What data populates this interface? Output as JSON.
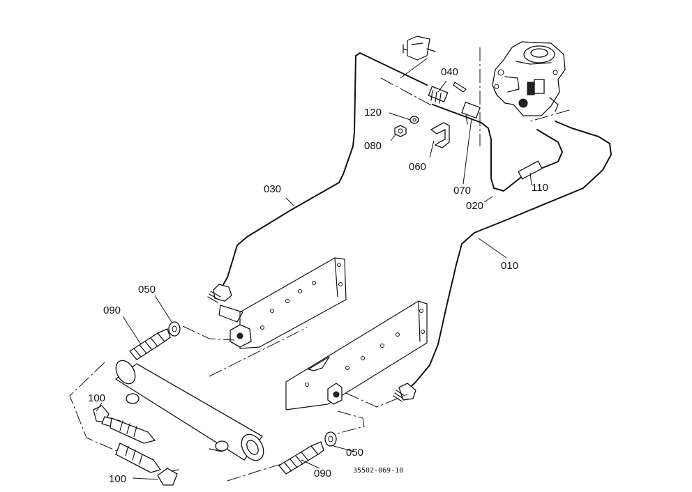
{
  "parts": {
    "p010": "010",
    "p020": "020",
    "p030": "030",
    "p040": "040",
    "p050a": "050",
    "p050b": "050",
    "p060": "060",
    "p070": "070",
    "p080": "080",
    "p090a": "090",
    "p090b": "090",
    "p100a": "100",
    "p100b": "100",
    "p110": "110",
    "p120": "120"
  },
  "reference_number": "35502-069-10"
}
